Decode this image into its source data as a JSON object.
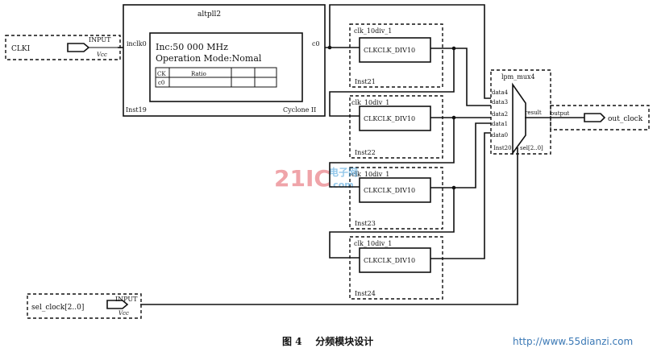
{
  "pll": {
    "title": "altpll2",
    "port_in": "inclk0",
    "port_out": "c0",
    "freq": "Inc:50 000 MHz",
    "mode": "Operation Mode:Nomal",
    "table_ck": "CK",
    "table_ratio": "Ratio",
    "table_c0": "c0",
    "inst": "Inst19",
    "device": "Cyclone II"
  },
  "clki": {
    "label": "CLKI",
    "type": "INPUT",
    "vcc": "Vcc"
  },
  "dividers": [
    {
      "title": "clk_10div_1",
      "body": "CLKCLK_DIV10",
      "inst": "Inst21"
    },
    {
      "title": "clk_10div_1",
      "body": "CLKCLK_DIV10",
      "inst": "Inst22"
    },
    {
      "title": "clk_10div_1",
      "body": "CLKCLK_DIV10",
      "inst": "Inst23"
    },
    {
      "title": "clk_10div_1",
      "body": "CLKCLK_DIV10",
      "inst": "Inst24"
    }
  ],
  "mux": {
    "title": "lpm_mux4",
    "inputs": [
      "data4",
      "data3",
      "data2",
      "data1",
      "data0"
    ],
    "result": "result",
    "sel": "sel[2..0]",
    "inst": "Inst20"
  },
  "output": {
    "port": "output",
    "label": "out_clock"
  },
  "sel_input": {
    "label": "sel_clock[2..0]",
    "type": "INPUT",
    "vcc": "Vcc"
  },
  "watermark": {
    "logo": "21IC",
    "suffix": "电子网",
    "domain": ".com"
  },
  "caption": "图 4    分频模块设计",
  "source_url": "http://www.55dianzi.com"
}
